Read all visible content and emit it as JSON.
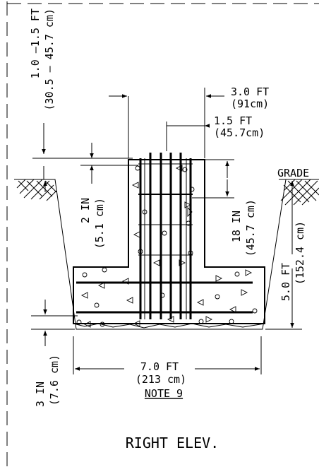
{
  "labels": {
    "top_offset_ft": "1.0 –1.5 FT",
    "top_offset_cm": "(30.5 – 45.7 cm)",
    "pier_width_ft": "3.0 FT",
    "pier_width_cm": "(91cm)",
    "half_width_ft": "1.5 FT",
    "half_width_cm": "(45.7cm)",
    "grade": "GRADE",
    "cover_in": "2 IN",
    "cover_cm": "(5.1 cm)",
    "pier_height_in": "18 IN",
    "pier_height_cm": "(45.7 cm)",
    "depth_ft": "5.0 FT",
    "depth_cm": "(152.4 cm)",
    "bottom_cover_in": "3 IN",
    "bottom_cover_cm": "(7.6 cm)",
    "footing_width_ft": "7.0 FT",
    "footing_width_cm": "(213 cm)",
    "note": "NOTE 9",
    "view_title": "RIGHT ELEV."
  }
}
